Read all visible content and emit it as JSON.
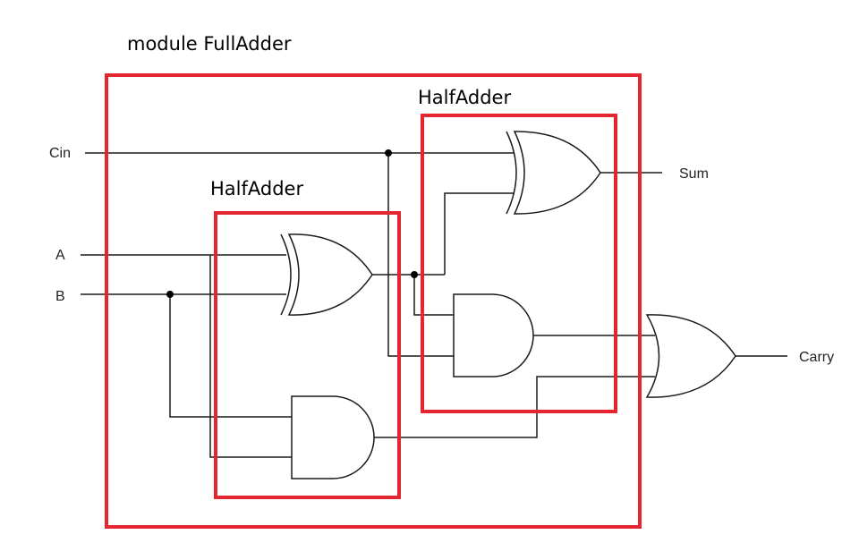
{
  "module_title": "module  FullAdder",
  "blocks": {
    "half_adder_left": "HalfAdder",
    "half_adder_right": "HalfAdder"
  },
  "inputs": {
    "cin": "Cin",
    "a": "A",
    "b": "B"
  },
  "outputs": {
    "sum": "Sum",
    "carry": "Carry"
  },
  "colors": {
    "box": "#e3262f",
    "wire": "#1a1a1a"
  }
}
